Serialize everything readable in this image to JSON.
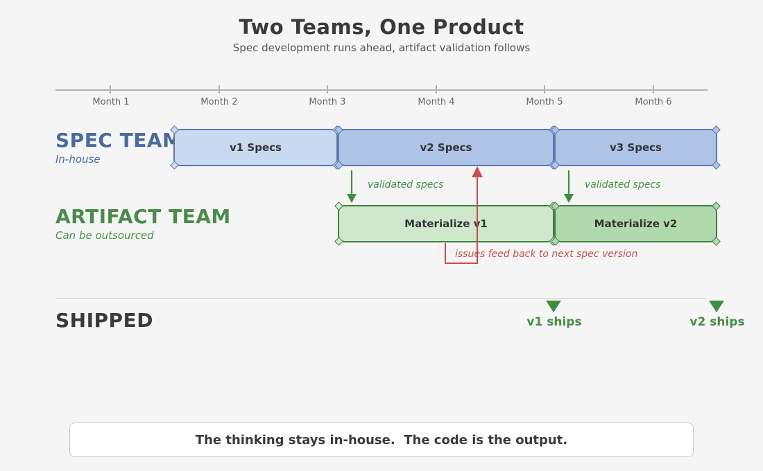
{
  "header": {
    "title": "Two Teams, One Product",
    "subtitle": "Spec development runs ahead, artifact validation follows"
  },
  "timeline": {
    "months": [
      "Month 1",
      "Month 2",
      "Month 3",
      "Month 4",
      "Month 5",
      "Month 6"
    ]
  },
  "spec_team": {
    "label": "SPEC TEAM",
    "sublabel": "In-house",
    "boxes": [
      {
        "label": "v1 Specs",
        "start_month": 1.6,
        "end_month": 3.1
      },
      {
        "label": "v2 Specs",
        "start_month": 3.1,
        "end_month": 5.1
      },
      {
        "label": "v3 Specs",
        "start_month": 5.1,
        "end_month": 6.6
      }
    ]
  },
  "artifact_team": {
    "label": "ARTIFACT TEAM",
    "sublabel": "Can be outsourced",
    "boxes": [
      {
        "label": "Materialize v1",
        "start_month": 3.1,
        "end_month": 5.1
      },
      {
        "label": "Materialize v2",
        "start_month": 5.1,
        "end_month": 6.6
      }
    ]
  },
  "annotations": {
    "validated_specs_left": "validated specs",
    "validated_specs_right": "validated specs",
    "feedback": "issues feed back to next spec version"
  },
  "shipped": {
    "label": "SHIPPED",
    "milestones": [
      {
        "label": "v1 ships",
        "month": 5.1
      },
      {
        "label": "v2 ships",
        "month": 6.6
      }
    ]
  },
  "footer": {
    "message": "The thinking stays in-house.  The code is the output."
  },
  "palette": {
    "background": "#f5f5f5",
    "title_text": "#3a3a3a",
    "muted_text": "#555555",
    "axis_gray": "#b3b3b3",
    "tick_label_gray": "#666666",
    "spec_blue": "#4a6b9e",
    "spec_box_border": "#5878b0",
    "spec_box_fill_light": "#c9d9f0",
    "spec_box_fill_dark": "#aec3e6",
    "artifact_green": "#4a8c4a",
    "artifact_box_border": "#417d41",
    "artifact_box_fill_light": "#cfe8cc",
    "artifact_box_fill_dark": "#b0d9ad",
    "arrow_green": "#3e8e41",
    "feedback_red": "#c5504c"
  }
}
